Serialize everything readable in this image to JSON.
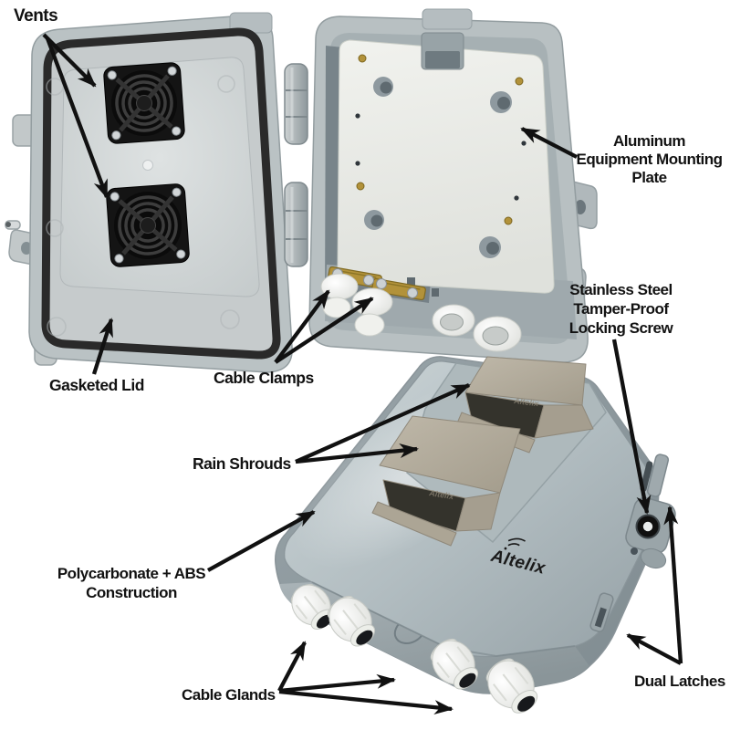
{
  "callouts": {
    "vents": {
      "text": "Vents"
    },
    "mounting_plate": {
      "lines": [
        "Aluminum",
        "Equipment Mounting",
        "Plate"
      ]
    },
    "gasketed_lid": {
      "text": "Gasketed Lid"
    },
    "cable_clamps": {
      "text": "Cable Clamps"
    },
    "locking_screw": {
      "lines": [
        "Stainless Steel",
        "Tamper-Proof",
        "Locking Screw"
      ]
    },
    "rain_shrouds": {
      "text": "Rain Shrouds"
    },
    "construction": {
      "lines": [
        "Polycarbonate + ABS",
        "Construction"
      ]
    },
    "cable_glands": {
      "text": "Cable Glands"
    },
    "dual_latches": {
      "text": "Dual Latches"
    }
  },
  "brand": {
    "logo_text": "Altelix",
    "shroud_embossed_text": "Altelix"
  },
  "colors": {
    "background": "#ffffff",
    "annotation": "#111111",
    "enclosure_plastic": "#b8c0c3",
    "lid_interior": "#d6dadb",
    "gasket": "#2a2a2a",
    "mounting_plate": "#edeeea",
    "rain_shroud": "#aea795",
    "cable_gland": "#f1f1ee",
    "fan_vent": "#161616",
    "brass_clamp": "#b2923a"
  }
}
